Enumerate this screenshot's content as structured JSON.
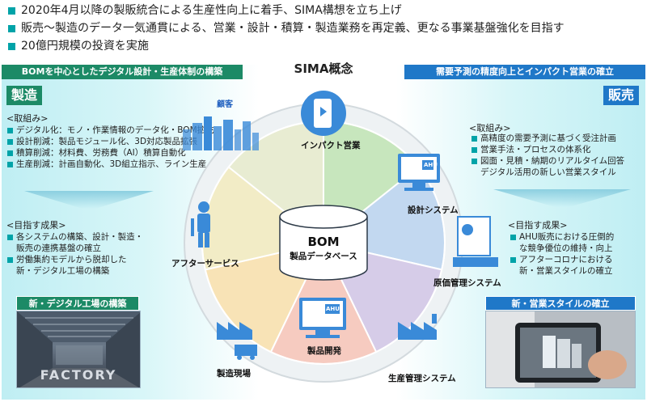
{
  "bullets": [
    "2020年4月以降の製販統合による生産性向上に着手、SIMA構想を立ち上げ",
    "販売～製造のデータ一気通貫による、営業・設計・積算・製造業務を再定義、更なる事業基盤強化を目指す",
    "20億円規模の投資を実施"
  ],
  "left": {
    "bar": "BOMを中心としたデジタル設計・生産体制の構築",
    "tag": "製造",
    "customer": "顧客",
    "efforts_heading": "<取組み>",
    "efforts": [
      "デジタル化：モノ・作業情報のデータ化・BOM拡充",
      "設計削減：製品モジュール化、3D対応製品拡張",
      "積算削減：材料費、労務費（AI）積算自動化",
      "生産削減：計画自動化、3D組立指示、ライン生産"
    ],
    "goals_heading": "<目指す成果>",
    "goals": [
      {
        "text": "各システムの構築、設計・製造・",
        "bullet": true
      },
      {
        "text": "販売の連携基盤の確立",
        "bullet": false
      },
      {
        "text": "労働集約モデルから脱却した",
        "bullet": true
      },
      {
        "text": "新・デジタル工場の構築",
        "bullet": false
      }
    ],
    "banner": "新・デジタル工場の構築",
    "photo_text": "FACTORY"
  },
  "right": {
    "bar": "需要予測の精度向上とインパクト営業の確立",
    "tag": "販売",
    "efforts_heading": "<取組み>",
    "efforts": [
      {
        "text": "高精度の需要予測に基づく受注計画",
        "bullet": true
      },
      {
        "text": "営業手法・プロセスの体系化",
        "bullet": true
      },
      {
        "text": "図面・見積・納期のリアルタイム回答",
        "bullet": true
      },
      {
        "text": "デジタル活用の新しい営業スタイル",
        "bullet": false
      }
    ],
    "goals_heading": "<目指す成果>",
    "goals": [
      {
        "text": "AHU販売における圧倒的",
        "bullet": true
      },
      {
        "text": "な競争優位の維持・向上",
        "bullet": false
      },
      {
        "text": "アフターコロナにおける",
        "bullet": true
      },
      {
        "text": "新・営業スタイルの確立",
        "bullet": false
      }
    ],
    "banner": "新・営業スタイルの確立"
  },
  "center": {
    "title": "SIMA概念",
    "bom": "BOM",
    "bom_sub": "製品データベース",
    "segments": [
      {
        "label": "インパクト営業",
        "color": "#c7e6bd"
      },
      {
        "label": "設計システム",
        "color": "#c2d8f0"
      },
      {
        "label": "原価管理システム",
        "color": "#d6cce8"
      },
      {
        "label": "製品開発",
        "color": "#f6cbc0"
      },
      {
        "label": "生産管理システム",
        "color": "#f8e3b6"
      },
      {
        "label": "製造現場",
        "color": "#f2ecc6"
      },
      {
        "label": "アフターサービス",
        "color": "#e8ecd2"
      }
    ],
    "ahu_label": "AHU"
  },
  "colors": {
    "teal": "#00a3a8",
    "green": "#1c8a66",
    "blue": "#1f78c8",
    "icon_blue": "#3a8ad8"
  }
}
